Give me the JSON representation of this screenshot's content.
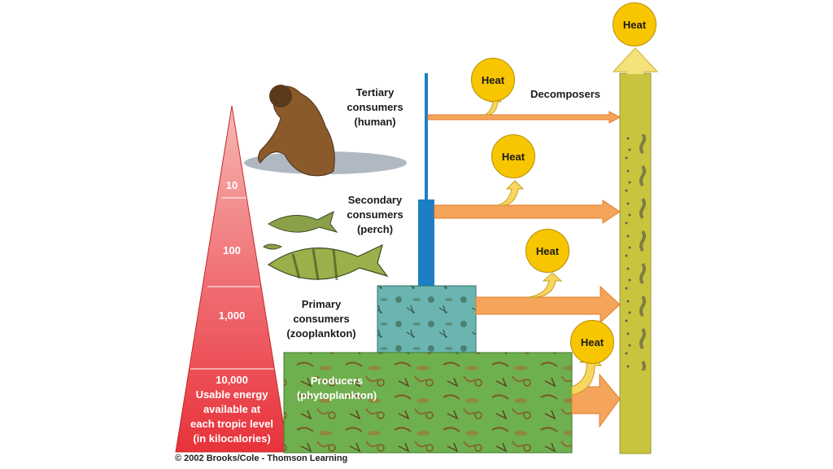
{
  "pyramid": {
    "levels": [
      {
        "value": "10"
      },
      {
        "value": "100"
      },
      {
        "value": "1,000"
      },
      {
        "value": "10,000"
      }
    ],
    "base_caption": [
      "Usable energy",
      "available at",
      "each tropic level",
      "(in kilocalories)"
    ]
  },
  "trophic_levels": {
    "tertiary": [
      "Tertiary",
      "consumers",
      "(human)"
    ],
    "secondary": [
      "Secondary",
      "consumers",
      "(perch)"
    ],
    "primary": [
      "Primary",
      "consumers",
      "(zooplankton)"
    ],
    "producers": [
      "Producers",
      "(phytoplankton)"
    ]
  },
  "decomposers_label": "Decomposers",
  "heat_label": "Heat",
  "copyright": "© 2002 Brooks/Cole - Thomson Learning",
  "colors": {
    "pyramid_top": "#f6b3ad",
    "pyramid_bottom": "#e8323a",
    "heat": "#f7c600",
    "arrow": "#f5a45b",
    "decomposer_column": "#c9c43d",
    "producer_box": "#6fb04e",
    "zooplankton_box": "#6bb5b1",
    "blue_bar": "#1c7fc4"
  }
}
